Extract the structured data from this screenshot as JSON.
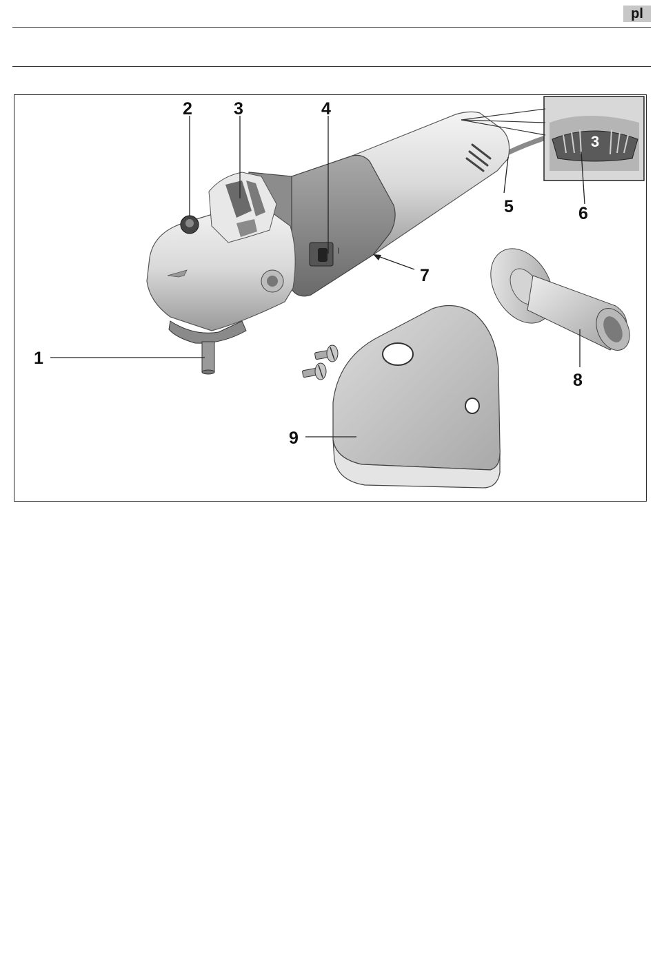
{
  "header": {
    "language_code": "pl"
  },
  "figure": {
    "callouts": [
      "1",
      "2",
      "3",
      "4",
      "5",
      "6",
      "7",
      "8",
      "9"
    ],
    "inset_dial_value": "3"
  }
}
